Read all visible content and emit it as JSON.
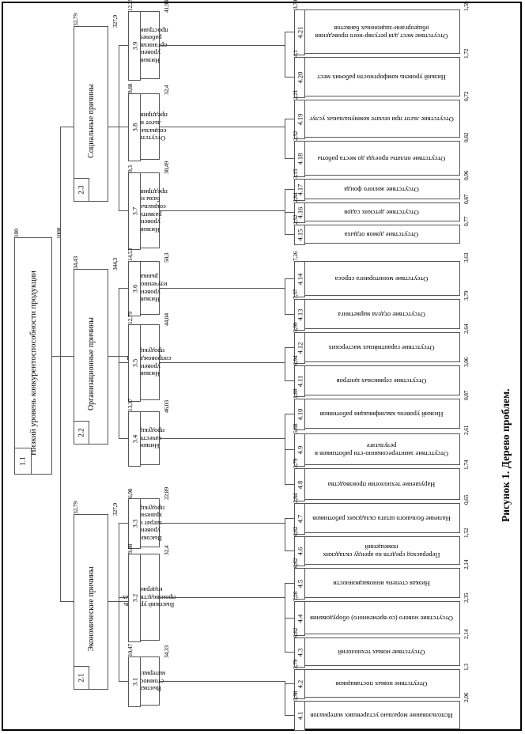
{
  "figure": {
    "caption": "Рисунок 1. Дерево проблем."
  },
  "root": {
    "id": "1.1",
    "label": "Низкий уровень конкурентоспособности продукции",
    "weight_top": "100",
    "weight_bottom": "1000"
  },
  "level2": [
    {
      "id": "2.3",
      "label": "Социальные причины",
      "weight_in": "32,79",
      "weight_out": "327,9"
    },
    {
      "id": "2.2",
      "label": "Организационные причины",
      "weight_in": "34,43",
      "weight_out": "344,3"
    },
    {
      "id": "2.1",
      "label": "Экономические причины",
      "weight_in": "32,79",
      "weight_out": "327,9"
    }
  ],
  "level3": [
    {
      "id": "3.9",
      "label": "Низкий уровень организации рабочего пространства",
      "weight_in": "12,29",
      "weight_out": "41,94"
    },
    {
      "id": "3.8",
      "label": "Отсутствие социальных льгот на предприятии",
      "weight_in": "9,88",
      "weight_out": "32,4"
    },
    {
      "id": "3.7",
      "label": "Низкий уровень развития социальной базы на предприятии",
      "weight_in": "9,3",
      "weight_out": "30,49"
    },
    {
      "id": "3.6",
      "label": "Низкий уровень изученности рынка",
      "weight_in": "14,53",
      "weight_out": "50,3"
    },
    {
      "id": "3.5",
      "label": "Низкий уровень сопровождения продукции",
      "weight_in": "12,79",
      "weight_out": "44,04"
    },
    {
      "id": "3.4",
      "label": "Низкое качество продукции",
      "weight_in": "13,37",
      "weight_out": "46,03"
    },
    {
      "id": "3.3",
      "label": "Высокий уровень затрат на хранение продукции",
      "weight_in": "6,98",
      "weight_out": "22,89"
    },
    {
      "id": "3.2",
      "label": "Высокий уровень производственных издержек",
      "weight_in": "9,88",
      "weight_out": "32,4"
    },
    {
      "id": "3.1",
      "label": "Высокая стоимость материалов",
      "weight_in": "10,47",
      "weight_out": "34,33"
    }
  ],
  "level4": [
    {
      "id": "4.21",
      "label": "Отсутствие мест для регуляр-ного проведения общеоргани-зационных банкетов",
      "weight_in": "3,79",
      "weight_out": "1,59"
    },
    {
      "id": "4.20",
      "label": "Низкий уровень комфортности рабочих мест",
      "weight_in": "4,1",
      "weight_out": "1,72"
    },
    {
      "id": "4.19",
      "label": "Отсутствие льгот при оплате коммунальных услуг",
      "weight_in": "2,21",
      "weight_out": "0,72"
    },
    {
      "id": "4.18",
      "label": "Отсутствие оплаты проезда до места работы",
      "weight_in": "2,52",
      "weight_out": "0,82"
    },
    {
      "id": "4.17",
      "label": "Отсутствие жилого фонда",
      "weight_in": "3,15",
      "weight_out": "0,96"
    },
    {
      "id": "4.16",
      "label": "Отсутствие детских садов",
      "weight_in": "2,84",
      "weight_out": "0,87"
    },
    {
      "id": "4.15",
      "label": "Отсутствие домов отдыха",
      "weight_in": "2,52",
      "weight_out": "0,77"
    },
    {
      "id": "4.14",
      "label": "Отсутствие мониторинга спроса",
      "weight_in": "7,26",
      "weight_out": "3,63"
    },
    {
      "id": "4.13",
      "label": "Отсутствие отдела маркетинга",
      "weight_in": "7,57",
      "weight_out": "3,79"
    },
    {
      "id": "4.12",
      "label": "Отсутствие гарантийных мастерских",
      "weight_in": "5,99",
      "weight_out": "2,64"
    },
    {
      "id": "4.11",
      "label": "Отсутствие сервисных центров",
      "weight_in": "6,94",
      "weight_out": "3,06"
    },
    {
      "id": "4.10",
      "label": "Низкий уровень квалификации работников",
      "weight_in": "1,89",
      "weight_out": "0,87"
    },
    {
      "id": "4.9",
      "label": "Отсутствие заинтересованно-сти работников в результате",
      "weight_in": "5,68",
      "weight_out": "2,61"
    },
    {
      "id": "4.8",
      "label": "Нарушение технологии производства",
      "weight_in": "3,79",
      "weight_out": "1,74"
    },
    {
      "id": "4.7",
      "label": "Наличие большого штата складских работников",
      "weight_in": "2,84",
      "weight_out": "0,65"
    },
    {
      "id": "4.6",
      "label": "Перерасход средств на аренду складских помещений",
      "weight_in": "6,62",
      "weight_out": "1,52"
    },
    {
      "id": "4.5",
      "label": "Низкая степень инновационности",
      "weight_in": "6,62",
      "weight_out": "2,14"
    },
    {
      "id": "4.4",
      "label": "Отсутствие нового (со-временного) оборудования",
      "weight_in": "7,26",
      "weight_out": "2,35"
    },
    {
      "id": "4.3",
      "label": "Отсутствие новых технологий",
      "weight_in": "6,62",
      "weight_out": "2,14"
    },
    {
      "id": "4.2",
      "label": "Отсутствие новых поставщиков",
      "weight_in": "3,79",
      "weight_out": "1,3"
    },
    {
      "id": "4.1",
      "label": "Использование морально устаревших материалов",
      "weight_in": "5,98",
      "weight_out": "2,06"
    }
  ]
}
